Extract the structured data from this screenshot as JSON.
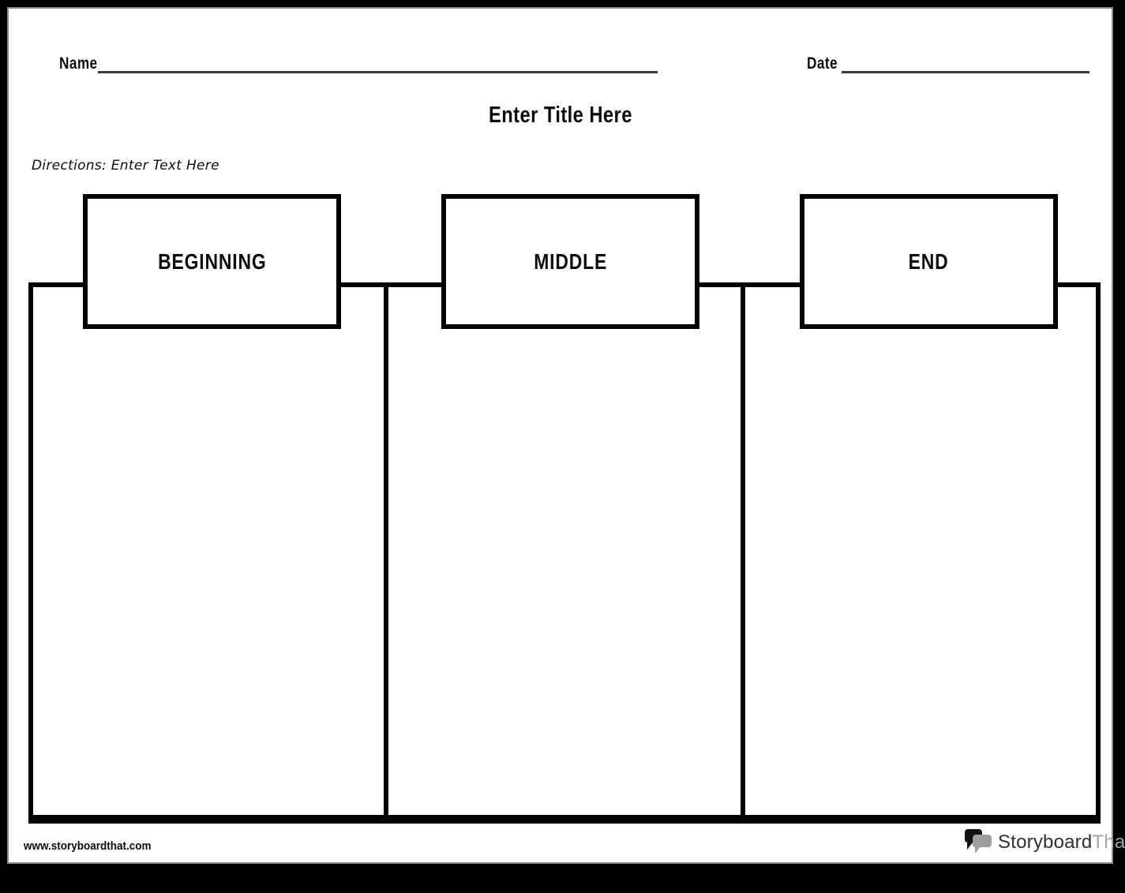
{
  "header": {
    "name_label": "Name",
    "date_label": "Date"
  },
  "title": "Enter Title Here",
  "directions": "Directions: Enter Text Here",
  "organizer": {
    "columns": [
      {
        "label": "BEGINNING"
      },
      {
        "label": "MIDDLE"
      },
      {
        "label": "END"
      }
    ]
  },
  "footer": {
    "website": "www.storyboardthat.com",
    "logo": {
      "primary": "Storyboard",
      "secondary": "That",
      "icon": "speech-bubbles-icon"
    }
  },
  "colors": {
    "ink": "#0d0d0d",
    "underline": "#3a3a3a",
    "frame": "#000000",
    "page_edge": "#8d8d8d",
    "logo_primary_text": "#2f2f2f",
    "logo_secondary_text": "#a3a3a3",
    "logo_bubble_dark": "#111111",
    "logo_bubble_light": "#9e9e9e"
  }
}
